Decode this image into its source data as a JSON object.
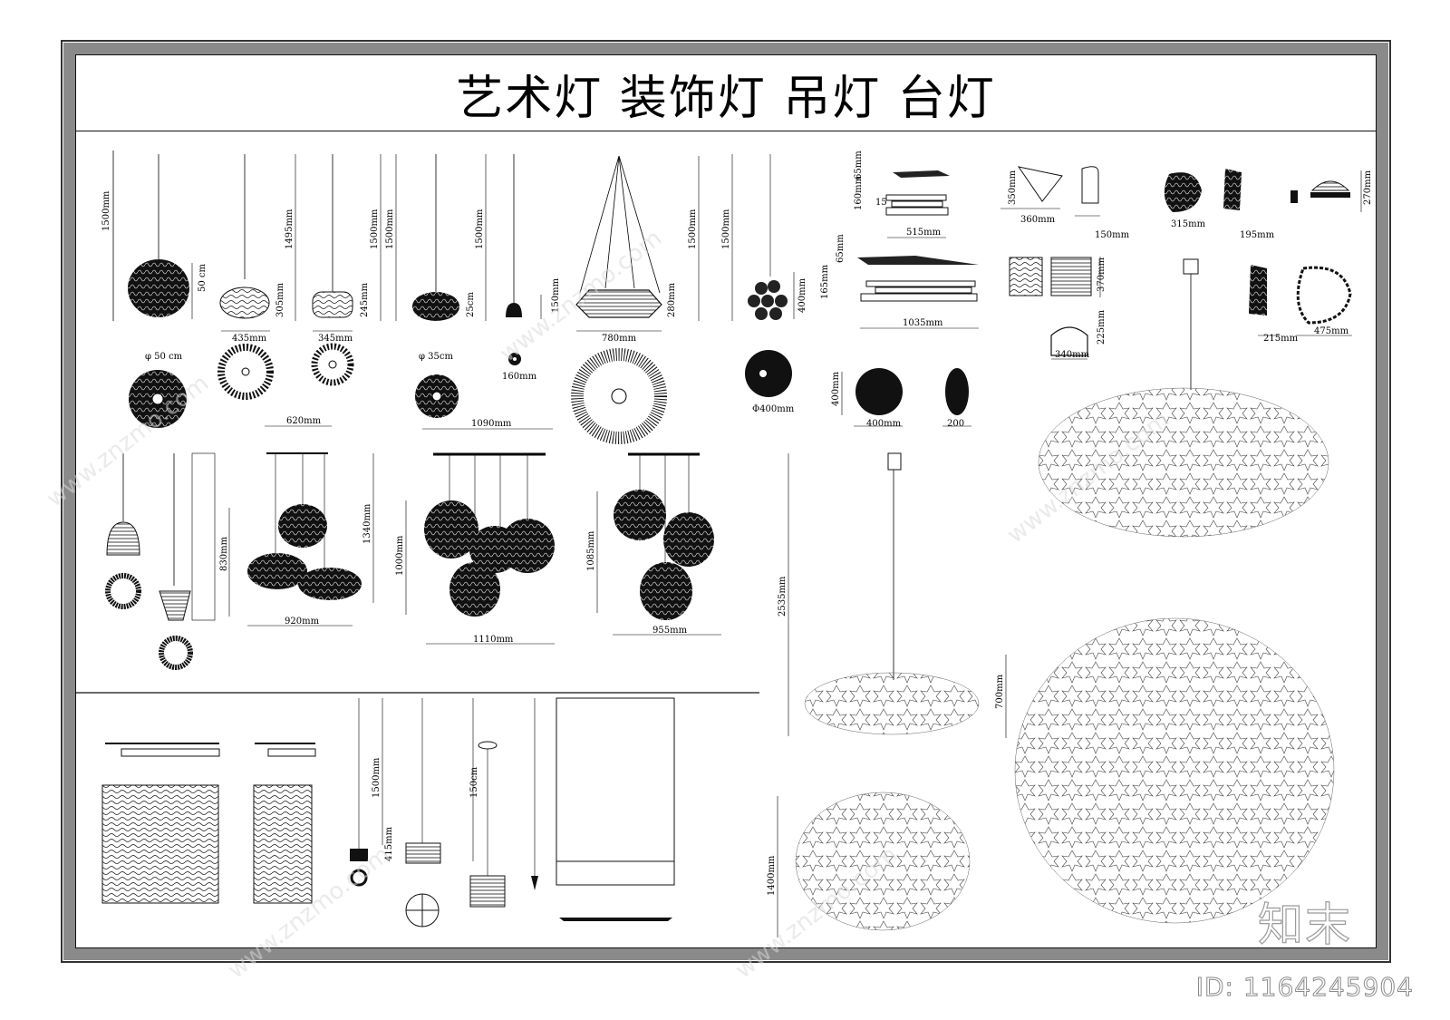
{
  "title": "艺术灯  装饰灯  吊灯  台灯",
  "dimensions": {
    "d1500a": "1500mm",
    "d50cm_v": "50 cm",
    "d1495": "1495mm",
    "d435": "435mm",
    "d305": "305mm",
    "d1500b": "1500mm",
    "d1500c": "1500mm",
    "d345": "345mm",
    "d245": "245mm",
    "d1500d": "1500mm",
    "d25cm": "25cm",
    "d150": "150mm",
    "d1500e": "1500mm",
    "d780": "780mm",
    "d280": "280mm",
    "d1500f": "1500mm",
    "d400a": "400mm",
    "phi50": "φ 50  cm",
    "phi35": "φ 35cm",
    "d160a": "160mm",
    "d1090": "1090mm",
    "phi400": "Φ400mm",
    "d400b": "400mm",
    "d400c": "400mm",
    "d200": "200",
    "d620": "620mm",
    "d830": "830mm",
    "d1340": "1340mm",
    "d920": "920mm",
    "d1000": "1000mm",
    "d1110": "1110mm",
    "d1085": "1085mm",
    "d955": "955mm",
    "d65a": "65mm",
    "d160b": "160mm",
    "d15": "15",
    "d515": "515mm",
    "d65b": "65mm",
    "d165": "165mm",
    "d1035": "1035mm",
    "d350": "350mm",
    "d360": "360mm",
    "d150b": "150mm",
    "d315": "315mm",
    "d195": "195mm",
    "d270": "270mm",
    "d370": "370mm",
    "d225": "225mm",
    "d340": "340mm",
    "d215": "215mm",
    "d475": "475mm",
    "d2535": "2535mm",
    "d700": "700mm",
    "d1400": "1400mm",
    "d1500g": "1500mm",
    "d415": "415mm",
    "d150cm": "150cm"
  },
  "watermark": "www.znzmo.com",
  "logo": "知末",
  "image_id": "ID: 1164245904"
}
